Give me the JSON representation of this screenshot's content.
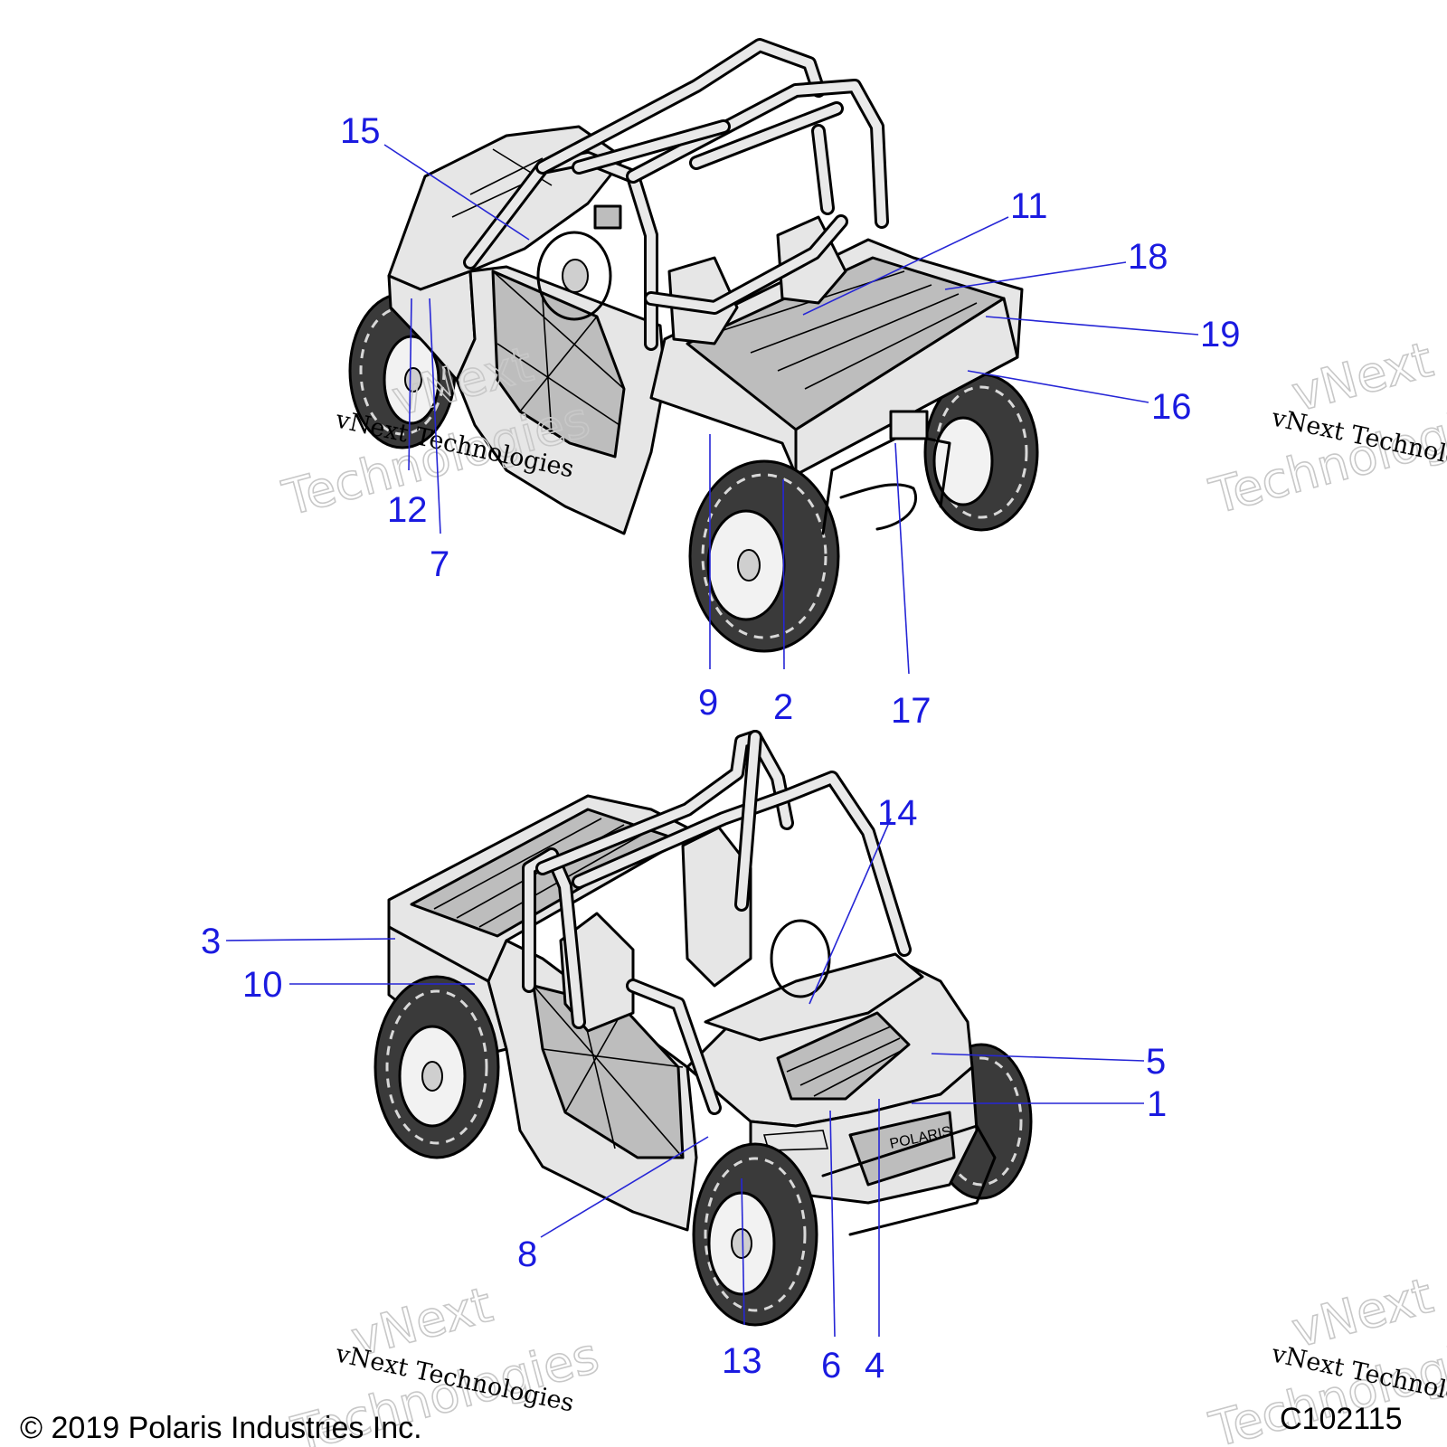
{
  "watermark": {
    "script_text": "vNext Technologies",
    "outline_line1": "vNext",
    "outline_line2": "Technologies"
  },
  "footer": {
    "copyright": "© 2019 Polaris Industries Inc.",
    "figure_id": "C102115"
  },
  "badge_text": "POLARIS",
  "callouts": {
    "c1": "1",
    "c2": "2",
    "c3": "3",
    "c4": "4",
    "c5": "5",
    "c6": "6",
    "c7": "7",
    "c8": "8",
    "c9": "9",
    "c10": "10",
    "c11": "11",
    "c12": "12",
    "c13": "13",
    "c14": "14",
    "c15": "15",
    "c16": "16",
    "c17": "17",
    "c18": "18",
    "c19": "19"
  },
  "colors": {
    "callout": "#1a1ae0",
    "leader": "#2626d6",
    "watermark": "#c8c8c8"
  }
}
